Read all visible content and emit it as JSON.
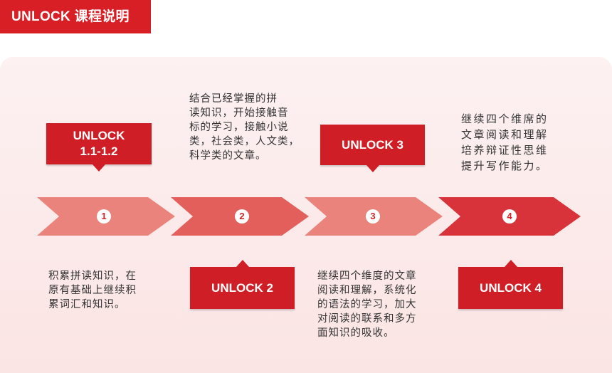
{
  "header": {
    "title": "UNLOCK 课程说明"
  },
  "steps": [
    {
      "num": "1",
      "callout": [
        "UNLOCK",
        "1.1-1.2"
      ],
      "desc": [
        "积累拼读知识，在",
        "原有基础上继续积",
        "累词汇和知识。"
      ]
    },
    {
      "num": "2",
      "callout": [
        "UNLOCK 2"
      ],
      "desc": [
        "结合已经掌握的拼",
        "读知识，开始接触音",
        "标的学习，接触小说",
        "类，社会类，人文类，",
        "科学类的文章。"
      ]
    },
    {
      "num": "3",
      "callout": [
        "UNLOCK 3"
      ],
      "desc": [
        "继续四个维度的文章",
        "阅读和理解，系统化",
        "的语法的学习，加大",
        "对阅读的联系和多方",
        "面知识的吸收。"
      ]
    },
    {
      "num": "4",
      "callout": [
        "UNLOCK 4"
      ],
      "desc": [
        "继续四个维席的",
        "文章阅读和理解",
        "培养辩证性思维",
        "提升写作能力。"
      ]
    }
  ],
  "colors": {
    "accent": "#d81f26",
    "arrow_light": "#e9837c",
    "arrow_mid": "#e05a56",
    "arrow_dark": "#d8333a"
  }
}
